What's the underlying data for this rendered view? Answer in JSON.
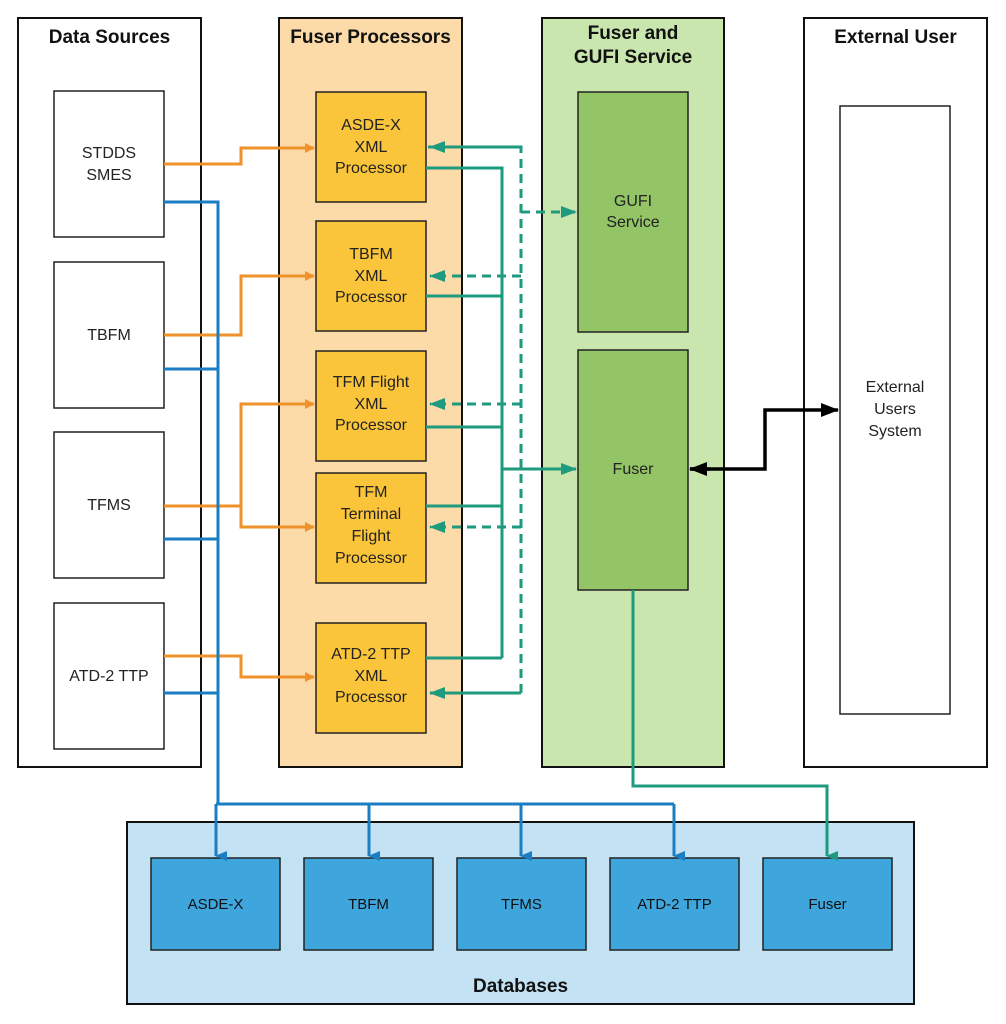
{
  "colors": {
    "data_flow": "#F0922A",
    "db_flow": "#1B7DC2",
    "fuser_flow": "#1E9A7E",
    "user_flow": "#000000",
    "processor_group_fill": "#FDDBA8",
    "processor_fill": "#FBC53B",
    "service_group_fill": "#C8E6AE",
    "service_fill": "#93C466",
    "db_group_fill": "#C3E3F5",
    "db_fill": "#3EA6DD"
  },
  "data_sources": {
    "title": "Data Sources",
    "items": [
      {
        "lines": [
          "STDDS",
          "SMES"
        ]
      },
      {
        "lines": [
          "TBFM"
        ]
      },
      {
        "lines": [
          "TFMS"
        ]
      },
      {
        "lines": [
          "ATD-2 TTP"
        ]
      }
    ]
  },
  "fuser_processors": {
    "title": "Fuser Processors",
    "items": [
      {
        "lines": [
          "ASDE-X",
          "XML",
          "Processor"
        ]
      },
      {
        "lines": [
          "TBFM",
          "XML",
          "Processor"
        ]
      },
      {
        "lines": [
          "TFM Flight",
          "XML",
          "Processor"
        ]
      },
      {
        "lines": [
          "TFM",
          "Terminal",
          "Flight",
          "Processor"
        ]
      },
      {
        "lines": [
          "ATD-2 TTP",
          "XML",
          "Processor"
        ]
      }
    ]
  },
  "fuser_gufi": {
    "title_lines": [
      "Fuser and",
      "GUFI Service"
    ],
    "gufi": {
      "lines": [
        "GUFI",
        "Service"
      ]
    },
    "fuser": {
      "lines": [
        "Fuser"
      ]
    }
  },
  "external_user": {
    "title": "External User",
    "system": {
      "lines": [
        "External",
        "Users",
        "System"
      ]
    }
  },
  "databases": {
    "title": "Databases",
    "items": [
      "ASDE-X",
      "TBFM",
      "TFMS",
      "ATD-2 TTP",
      "Fuser"
    ]
  },
  "connections": [
    {
      "from": "STDDS SMES",
      "to": "ASDE-X XML Processor",
      "style": "solid",
      "color": "data_flow"
    },
    {
      "from": "TBFM",
      "to": "TBFM XML Processor",
      "style": "solid",
      "color": "data_flow"
    },
    {
      "from": "TFMS",
      "to": "TFM Flight XML Processor",
      "style": "solid",
      "color": "data_flow"
    },
    {
      "from": "TFMS",
      "to": "TFM Terminal Flight Processor",
      "style": "solid",
      "color": "data_flow"
    },
    {
      "from": "ATD-2 TTP",
      "to": "ATD-2 TTP XML Processor",
      "style": "solid",
      "color": "data_flow"
    },
    {
      "from": "Data Sources",
      "to": "Databases (ASDE-X, TBFM, TFMS, ATD-2 TTP)",
      "style": "solid",
      "color": "db_flow"
    },
    {
      "from": "Fuser Processors",
      "to": "Fuser",
      "style": "solid",
      "color": "fuser_flow"
    },
    {
      "from": "Fuser Processors",
      "to": "GUFI Service",
      "style": "dashed",
      "color": "fuser_flow",
      "bidirectional": true
    },
    {
      "from": "Fuser",
      "to": "Fuser Database",
      "style": "solid",
      "color": "fuser_flow"
    },
    {
      "from": "Fuser",
      "to": "External Users System",
      "style": "solid",
      "color": "user_flow",
      "bidirectional": true
    }
  ]
}
